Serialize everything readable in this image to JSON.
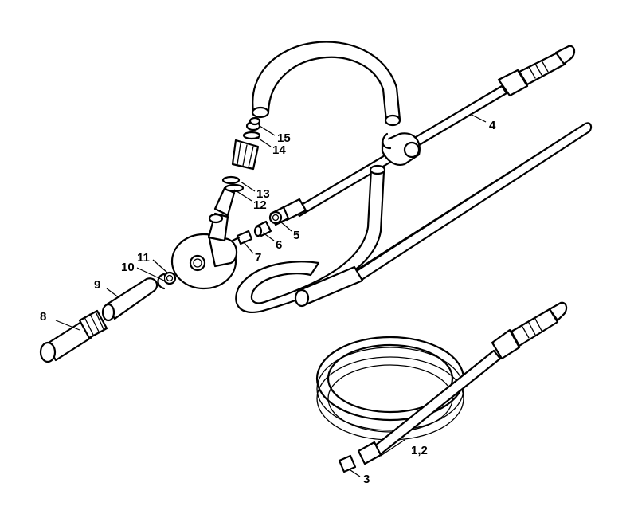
{
  "callouts": [
    {
      "id": "c1-2",
      "text": "1,2"
    },
    {
      "id": "c3",
      "text": "3"
    },
    {
      "id": "c4",
      "text": "4"
    },
    {
      "id": "c5",
      "text": "5"
    },
    {
      "id": "c6",
      "text": "6"
    },
    {
      "id": "c7",
      "text": "7"
    },
    {
      "id": "c8",
      "text": "8"
    },
    {
      "id": "c9",
      "text": "9"
    },
    {
      "id": "c10",
      "text": "10"
    },
    {
      "id": "c11",
      "text": "11"
    },
    {
      "id": "c12",
      "text": "12"
    },
    {
      "id": "c13",
      "text": "13"
    },
    {
      "id": "c14",
      "text": "14"
    },
    {
      "id": "c15",
      "text": "15"
    }
  ]
}
